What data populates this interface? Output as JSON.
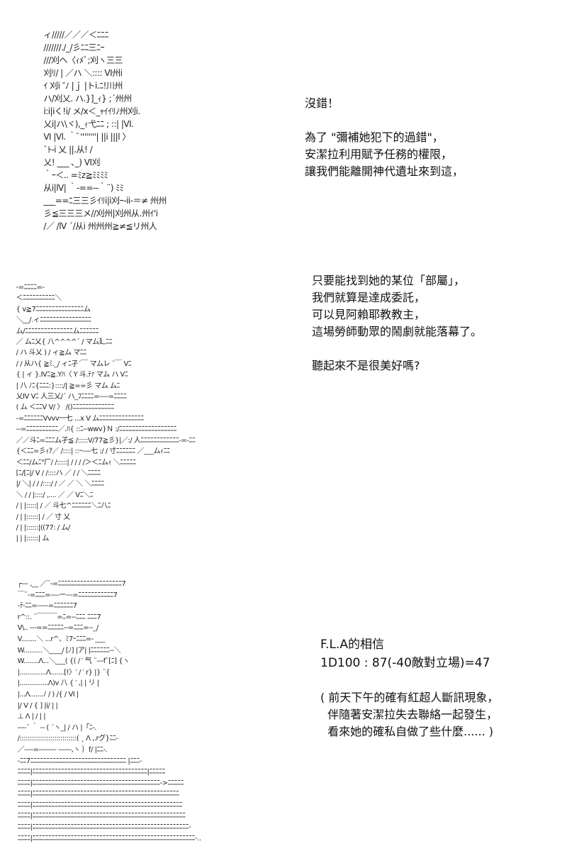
{
  "panels": [
    {
      "art": " ィ/////／／／＜ﾆﾆﾆ\n ///////./_/彡ﾆﾆ三ﾆｰ\n ///刈ヘ〈ｨﾒﾞ;刈ヽ三三\n 刈ﾘ/ | ／ハ ＼:::: VI州i\n ｲ 刈i ″ﾉ |ｊ |トi.ﾆ!川州\n ハ/刈乂. ハ.}]_ｨ} ;´州州\n i:i|iく!i/ メ/x＜_ｬｲｲﾘﾉ州刈i.\n 乂i|ハ\\ヾ),_ｨ弋ﾆﾆ ; ::| |VI.\n VI |Vl. ｀ﾞ''''''''| ||i |||l 〉\n `ﾄ-i 乂 ||.从! /\n 乂! ___ ､_) VI刈\n ｀ｰ＜.. =ﾐz≧ﾐﾐﾐﾐ\n 从i|lV| ｀-==-‐｀¨) ﾐﾐ\n ___==ﾆ三三彡ｲﾘi|i刈ｰ-ii-＝≠ 州州\n 彡≦三三三メ//刈州|刈州从.州ｲ'i\n /／ /lV ´/从i 州州州≧≠≦リ州人",
      "lines": [
        "沒錯！",
        "",
        "為了 \"彌補她犯下的過錯\"，",
        "安潔拉利用賦予任務的權限，",
        "讓我們能離開神代遺址來到這，"
      ]
    },
    {
      "art": " ‐=ﾆﾆﾆﾆ=‐\n ＜ﾆﾆﾆﾆﾆﾆﾆﾆﾆﾆ＼\n { v≧7ﾆﾆﾆﾆﾆﾆﾆﾆﾆﾆﾆﾆﾆﾆﾆム\n ＼__/.ィﾆﾆﾆﾆﾆﾆﾆﾆﾆﾆﾆﾆﾆﾆﾆﾆ\n ム/ﾆﾆﾆﾆﾆﾆﾆﾆﾆﾆﾆﾆﾆﾆﾆムﾆﾆﾆﾆﾆﾆ\n ／ ムﾆ乂{ 八^^^^´ / マム廴ﾆﾆ\n / ハ 斗乂 ) / ィ≧ム マﾆﾆ\n / / 从ハ{ ≧ﾐ._/ ィﾆ孑´￣ マムレ ¨￣ Vﾆ\n { | ィ }.Ⅳﾆ≧.Yﾊ〈 Y 斗.ﾃｧ マム ハ Vﾆ\n | 八 ﾉﾆ{ﾆﾆﾆ:}::::/| ≧==彡 マム ムﾆ\n 乂Ⅳ Vﾆ 人三乂/´ ハ_ﾌﾆﾆﾆﾆ=‐‐‐‐=ﾆﾆﾆﾆ\n ( ム ＜ﾆﾆV V/ 〉 /()ﾆﾆﾆﾆﾆﾆﾆﾆﾆﾆﾆﾆﾆ\n ‐=ﾆﾆﾆﾆﾆﾆVvvv一七 ...x V ムﾆﾆﾆﾆﾆﾆﾆﾆﾆﾆﾆﾆﾆﾆ\n ‐‐=ﾆﾆﾆﾆﾆﾆﾆﾆﾆﾆ／.ﾊ{ ::ﾆ‐‐wwv}Ｎ :/ﾆﾆﾆﾆﾆﾆﾆﾆﾆﾆﾆﾆﾆﾆﾆﾆﾆﾆ\n ／／斗ﾆ=ﾆﾆﾆム孑≦ /:::::V/77≧彡}|／:/ 人ﾆﾆﾆﾆﾆﾆﾆﾆﾆﾆﾆﾆ‐=‐ﾆﾆ\n {＜ﾆﾆ=彡ｨｱ／ /::::| ::ｰ‐‐‐‐七 :/ / 寸ﾆﾆﾆﾆﾆﾆ ／___ムｨﾆﾆ\n ＜ﾆﾆ/ムﾆ\"厂/ /:::::| / / / /＞＜ﾆムｨ ＼ﾆﾆﾆﾆﾆ\n [ﾆ/[ﾆ|/ V / /::::ハ ／ / / ＼ﾆﾆﾆﾆ\n |/ ＼| / / /::::/ / ／ ／ ＼ ＼ﾆﾆﾆﾆ\n ＼ / / |::::/ ,.... ／ ／ Vﾆ＼ﾆ\n / | |:::::| / ／ 斗七^ﾆﾆﾆﾆﾆﾆ＼ﾆ八ﾆ\n / | |::::::| / ／ 寸 乂\n / | |::::::|((77: / ム/\n | | |::::::| ム",
      "lines": [
        "只要能找到她的某位「部屬」，",
        "我們就算是達成委託，",
        "可以見阿賴耶教教主，",
        "這場勞師動眾的鬧劇就能落幕了。",
        "",
        "聽起來不是很美好嗎?"
      ]
    },
    {
      "art": " ┌‐‐- ,__ ／¨‐=ﾆﾆﾆﾆﾆﾆﾆﾆﾆﾆﾆﾆﾆﾆﾆﾆﾆﾆﾆﾆ7\n ￣¨‐=ﾆﾆﾆ=-‐‐‐ー‐‐‐=ﾆﾆﾆﾆﾆﾆﾆﾆﾆﾆﾆ7\n ‐ﾃ‐ﾆﾆ=‐‐‐‐‐=ﾆﾆﾆﾆﾆﾆ7\n r^::. ¨￣￣￣=ﾆ=‐‐ﾆﾆﾆ ﾆﾆﾆ7\n V\\.. ‐‐‐==ﾆﾆﾆﾆﾆ‐‐=ﾆﾆﾆ=‐‐_/\n V........＼ ...r^、ﾐ7ｰﾆﾆﾆ=‐ ___\n W..........＼____/ [ﾉ] |ア| |ﾆﾆﾆﾆﾆﾆ‐‐＼\n W........Λ...＼___( {( / ′ 气 ¨‐‐‐f¨[ﾆ] {ヽ\n |..............Λ.......[!〉′ / ′ r} |} ¨{\n |...............Λ)v 八 { ′ ,| | リ |\n |...Λ.......ﾉ / ) /{ / Ⅵ |\n |/ V / { ] |i/ | |\n ⊥ Λ | / | |\n ‐‐‐‐¨ ｀ ‐‐ ( ´ヽ_| / ハ |「ﾆ-.\n /::::::::::::::::::::::::::::( ¸ Λ ,.rグ}ﾆﾆ-\n ／‐‐‐‐=‐‐‐‐‐‐‐‐ ‐‐‐‐‐‐,ヽ ｝f/ |ﾆﾆ-.\n ‐ﾆﾆ7ﾆﾆﾆﾆﾆﾆﾆﾆﾆﾆﾆﾆﾆﾆﾆﾆﾆﾆﾆﾆﾆﾆﾆﾆﾆﾆﾆﾆﾆﾆ |ﾆﾆﾆ-\n ﾆﾆﾆﾆ|ﾆﾆﾆﾆﾆﾆﾆﾆﾆﾆﾆﾆﾆﾆﾆﾆﾆﾆﾆﾆﾆﾆﾆﾆﾆﾆﾆﾆﾆﾆﾆﾆﾆﾆﾆﾆ|ﾆﾆﾆﾆﾆ\n ﾆﾆﾆﾆ|ﾆﾆﾆﾆﾆﾆﾆﾆﾆﾆﾆﾆﾆﾆﾆﾆﾆﾆﾆﾆﾆﾆﾆﾆﾆﾆﾆﾆﾆﾆﾆﾆﾆﾆﾆﾆﾆﾆﾆﾆ->ﾆﾆﾆﾆﾆ\n ﾆﾆﾆﾆ|ﾆﾆﾆﾆﾆﾆﾆﾆﾆﾆﾆﾆﾆﾆﾆﾆﾆﾆﾆﾆﾆﾆﾆﾆﾆﾆﾆﾆﾆﾆﾆﾆﾆﾆﾆﾆﾆﾆﾆﾆﾆﾆﾆﾆﾆﾆ\n ﾆﾆﾆﾆ|ﾆﾆﾆﾆﾆﾆﾆﾆﾆﾆﾆﾆﾆﾆﾆﾆﾆﾆﾆﾆﾆﾆﾆﾆﾆﾆﾆﾆﾆﾆﾆﾆﾆﾆﾆﾆﾆﾆﾆﾆﾆﾆﾆﾆﾆﾆﾆ\n ﾆﾆﾆﾆ|ﾆﾆﾆﾆﾆﾆﾆﾆﾆﾆﾆﾆﾆﾆﾆﾆﾆﾆﾆﾆﾆﾆﾆﾆﾆﾆﾆﾆﾆﾆﾆﾆﾆﾆﾆﾆﾆﾆﾆﾆﾆﾆﾆﾆﾆﾆﾆﾆ\n ﾆﾆﾆﾆ|ﾆﾆﾆﾆﾆﾆﾆﾆﾆﾆﾆﾆﾆﾆﾆﾆﾆﾆﾆﾆﾆﾆﾆﾆﾆﾆﾆﾆﾆﾆﾆﾆﾆﾆﾆﾆﾆﾆﾆﾆﾆﾆﾆﾆﾆﾆﾆﾆﾆ-\n ﾆﾆﾆﾆ|ﾆﾆﾆﾆﾆﾆﾆﾆﾆﾆﾆﾆﾆﾆﾆﾆﾆﾆﾆﾆﾆﾆﾆﾆﾆﾆﾆﾆﾆﾆﾆﾆﾆﾆﾆﾆﾆﾆﾆﾆﾆﾆﾆﾆﾆﾆﾆﾆﾆﾆﾆ-..",
      "stat_lines": [
        "F.L.A的相信",
        "1D100 : 87(-40敵對立場)=47"
      ],
      "note_lines": [
        "( 前天下午的確有紅超人斷訊現象，",
        "  伴隨著安潔拉失去聯絡一起發生，",
        "  看來她的確私自做了些什麼...... )"
      ]
    }
  ]
}
